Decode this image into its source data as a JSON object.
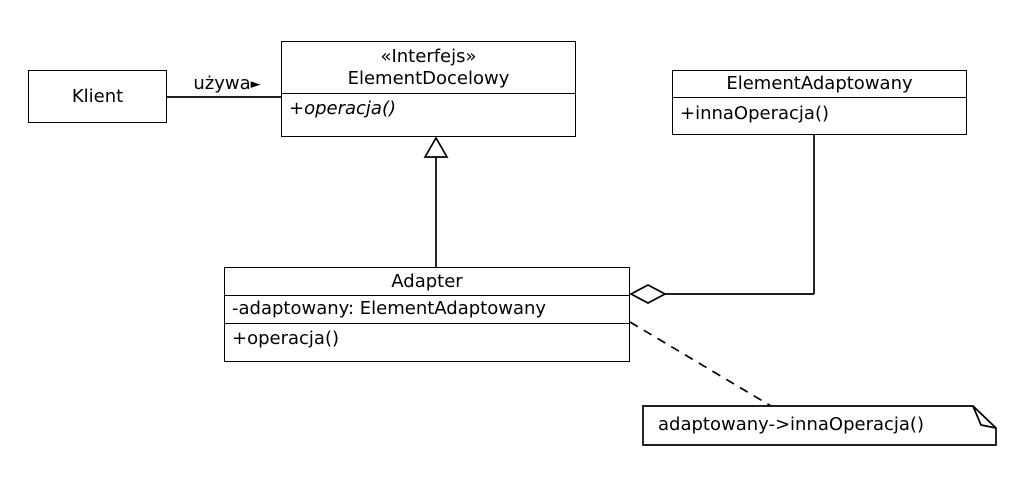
{
  "diagram": {
    "classes": {
      "klient": {
        "name": "Klient"
      },
      "element_docelowy": {
        "stereotype": "«Interfejs»",
        "name": "ElementDocelowy",
        "operations": [
          "+operacja()"
        ]
      },
      "element_adaptowany": {
        "name": "ElementAdaptowany",
        "operations": [
          "+innaOperacja()"
        ]
      },
      "adapter": {
        "name": "Adapter",
        "attributes": [
          "-adaptowany: ElementAdaptowany"
        ],
        "operations": [
          "+operacja()"
        ]
      }
    },
    "relationships": {
      "uses_label": "używa",
      "uses_arrow_glyph": "►"
    },
    "note": {
      "text": "adaptowany->innaOperacja()"
    },
    "colors": {
      "line": "#000000",
      "background": "#ffffff",
      "shape_fill": "#ffffff"
    }
  }
}
